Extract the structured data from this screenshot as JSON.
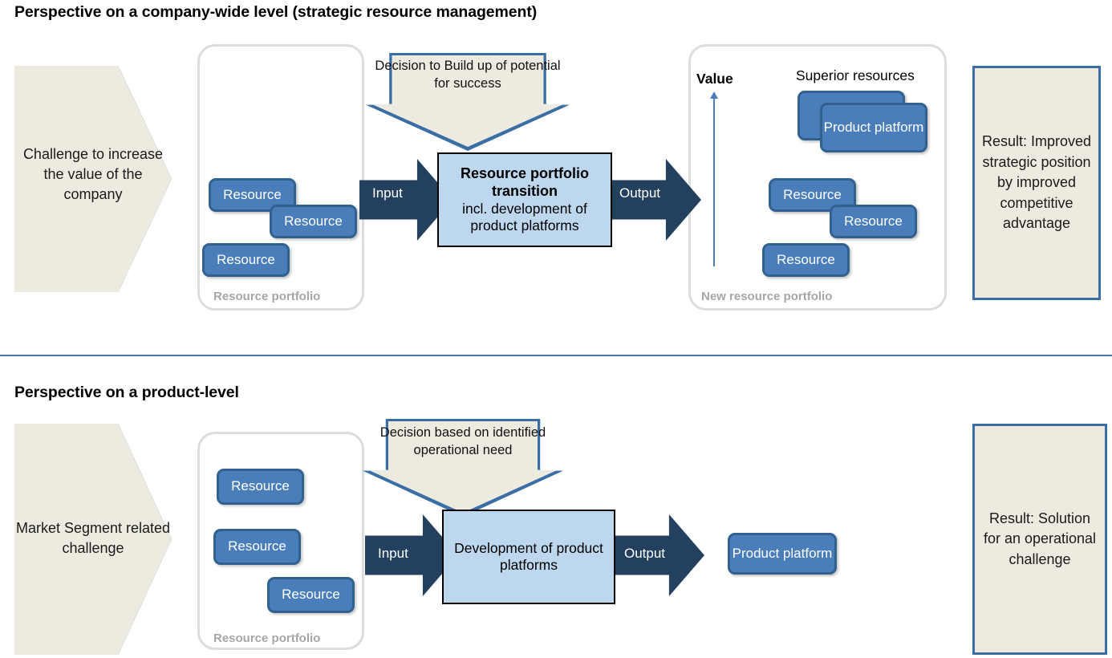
{
  "sections": [
    {
      "title": "Perspective on a company-wide level (strategic resource management)",
      "challenge": "Challenge to increase the value of the company",
      "portfolio_label": "Resource portfolio",
      "resources": [
        "Resource",
        "Resource",
        "Resource"
      ],
      "decision": "Decision to Build up of potential for success",
      "input_label": "Input",
      "output_label": "Output",
      "process_bold": "Resource portfolio transition",
      "process_rest": "incl. development of product platforms",
      "value_label": "Value",
      "superior_label": "Superior resources",
      "platform_label": "Product platform",
      "new_portfolio_label": "New resource portfolio",
      "new_resources": [
        "Resource",
        "Resource",
        "Resource"
      ],
      "result": "Result: Improved strategic position by improved competitive advantage"
    },
    {
      "title": "Perspective on a product-level",
      "challenge": "Market Segment related challenge",
      "portfolio_label": "Resource portfolio",
      "resources": [
        "Resource",
        "Resource",
        "Resource"
      ],
      "decision": "Decision based on identified operational need",
      "input_label": "Input",
      "output_label": "Output",
      "process": "Development of product platforms",
      "platform_label": "Product platform",
      "result": "Result: Solution for an operational challenge"
    }
  ],
  "colors": {
    "beige": "#edeae0",
    "beige_border": "#3a6ea5",
    "chip_fill": "#4a7ebb",
    "chip_border": "#31618f",
    "process_fill": "#bdd7ee",
    "arrow_navy": "#23405f",
    "portfolio_border": "#dcdcdc",
    "portfolio_label": "#a6a6a6",
    "divider": "#4a77ab",
    "value_axis": "#4a7ebb"
  }
}
